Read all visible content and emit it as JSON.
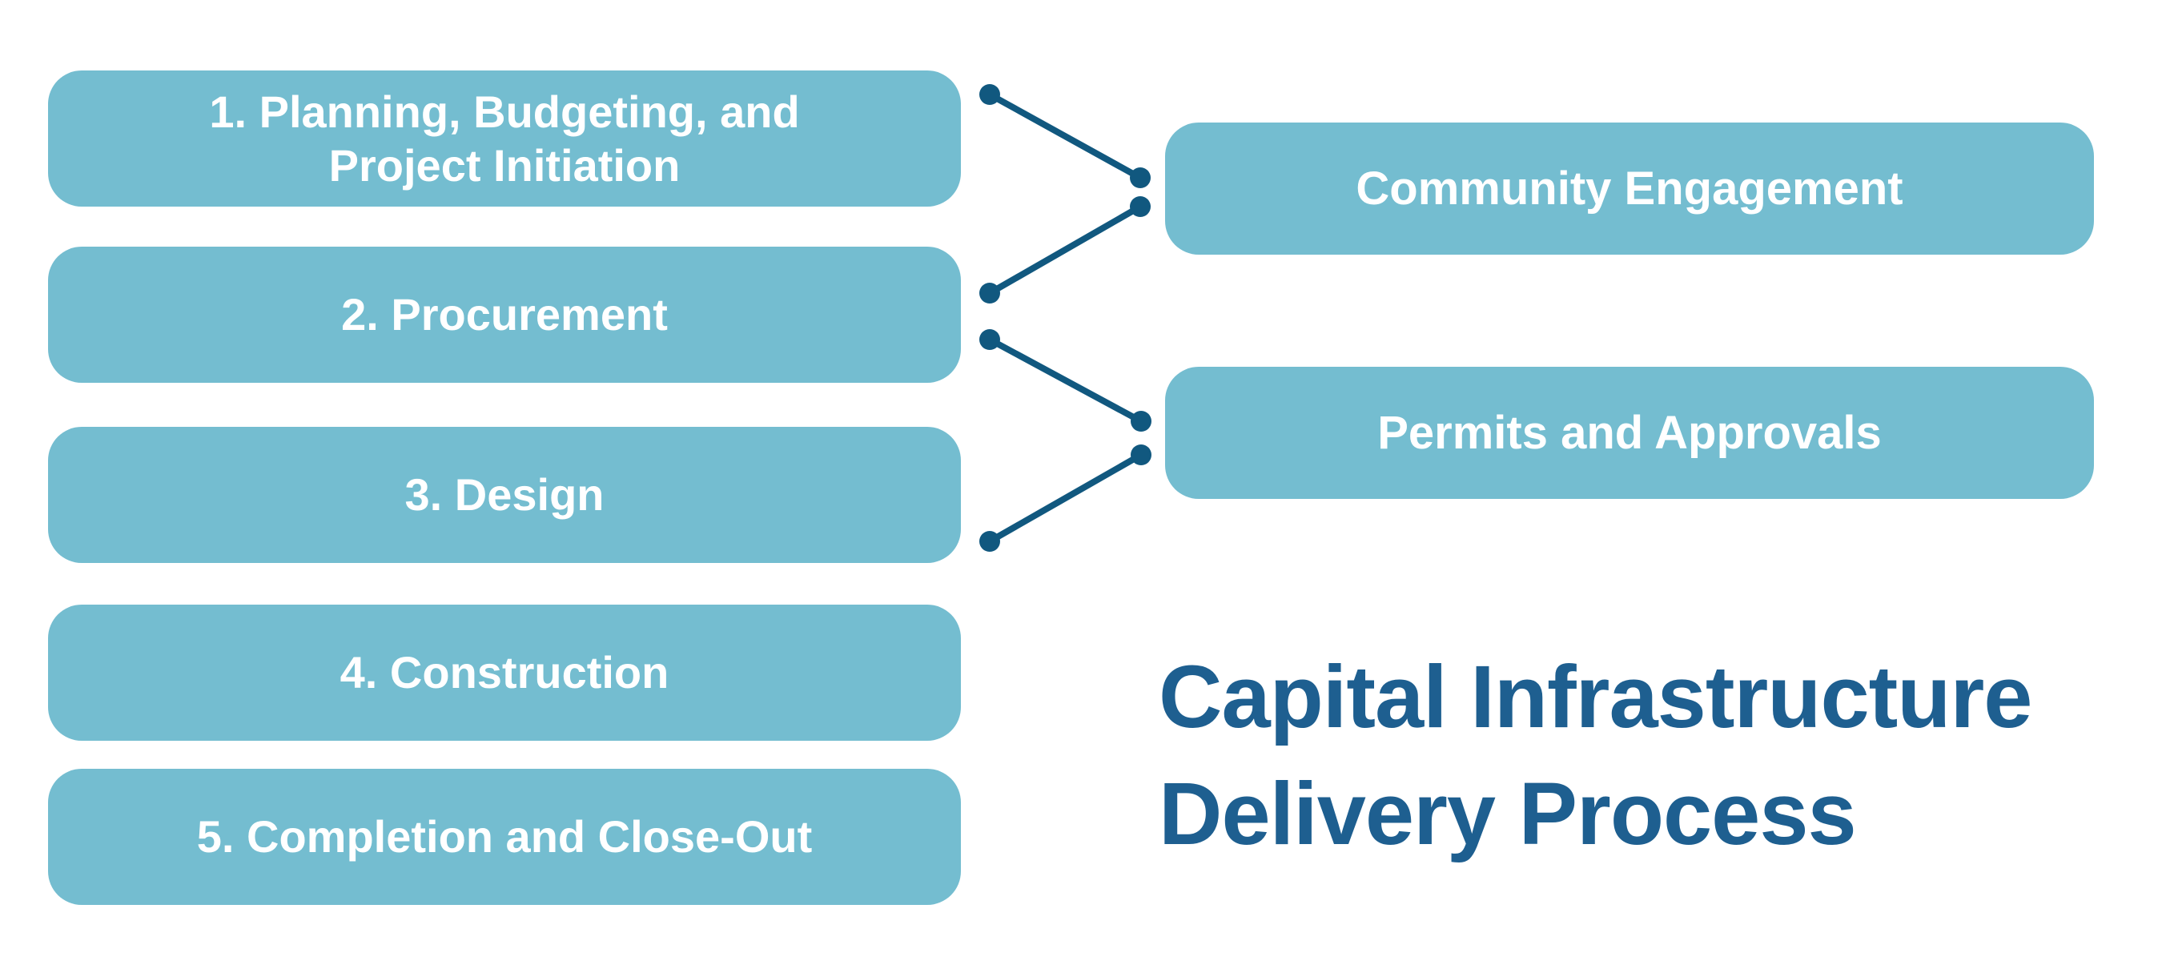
{
  "diagram": {
    "title": {
      "line1": "Capital Infrastructure",
      "line2": "Delivery Process"
    },
    "stages": [
      {
        "id": "stage-1",
        "label": "1. Planning, Budgeting, and Project Initiation"
      },
      {
        "id": "stage-2",
        "label": "2. Procurement"
      },
      {
        "id": "stage-3",
        "label": "3. Design"
      },
      {
        "id": "stage-4",
        "label": "4. Construction"
      },
      {
        "id": "stage-5",
        "label": "5. Completion and Close-Out"
      }
    ],
    "side_nodes": [
      {
        "id": "community-engagement",
        "label": "Community Engagement"
      },
      {
        "id": "permits-and-approvals",
        "label": "Permits and Approvals"
      }
    ],
    "connections": [
      {
        "from": "stage-1",
        "to": "community-engagement"
      },
      {
        "from": "stage-2",
        "to": "community-engagement"
      },
      {
        "from": "stage-2",
        "to": "permits-and-approvals"
      },
      {
        "from": "stage-3",
        "to": "permits-and-approvals"
      }
    ],
    "colors": {
      "node-fill": "#74bdd0",
      "node-text": "#ffffff",
      "connector": "#11587f",
      "title-text": "#1e5f90",
      "background": "#ffffff"
    }
  }
}
